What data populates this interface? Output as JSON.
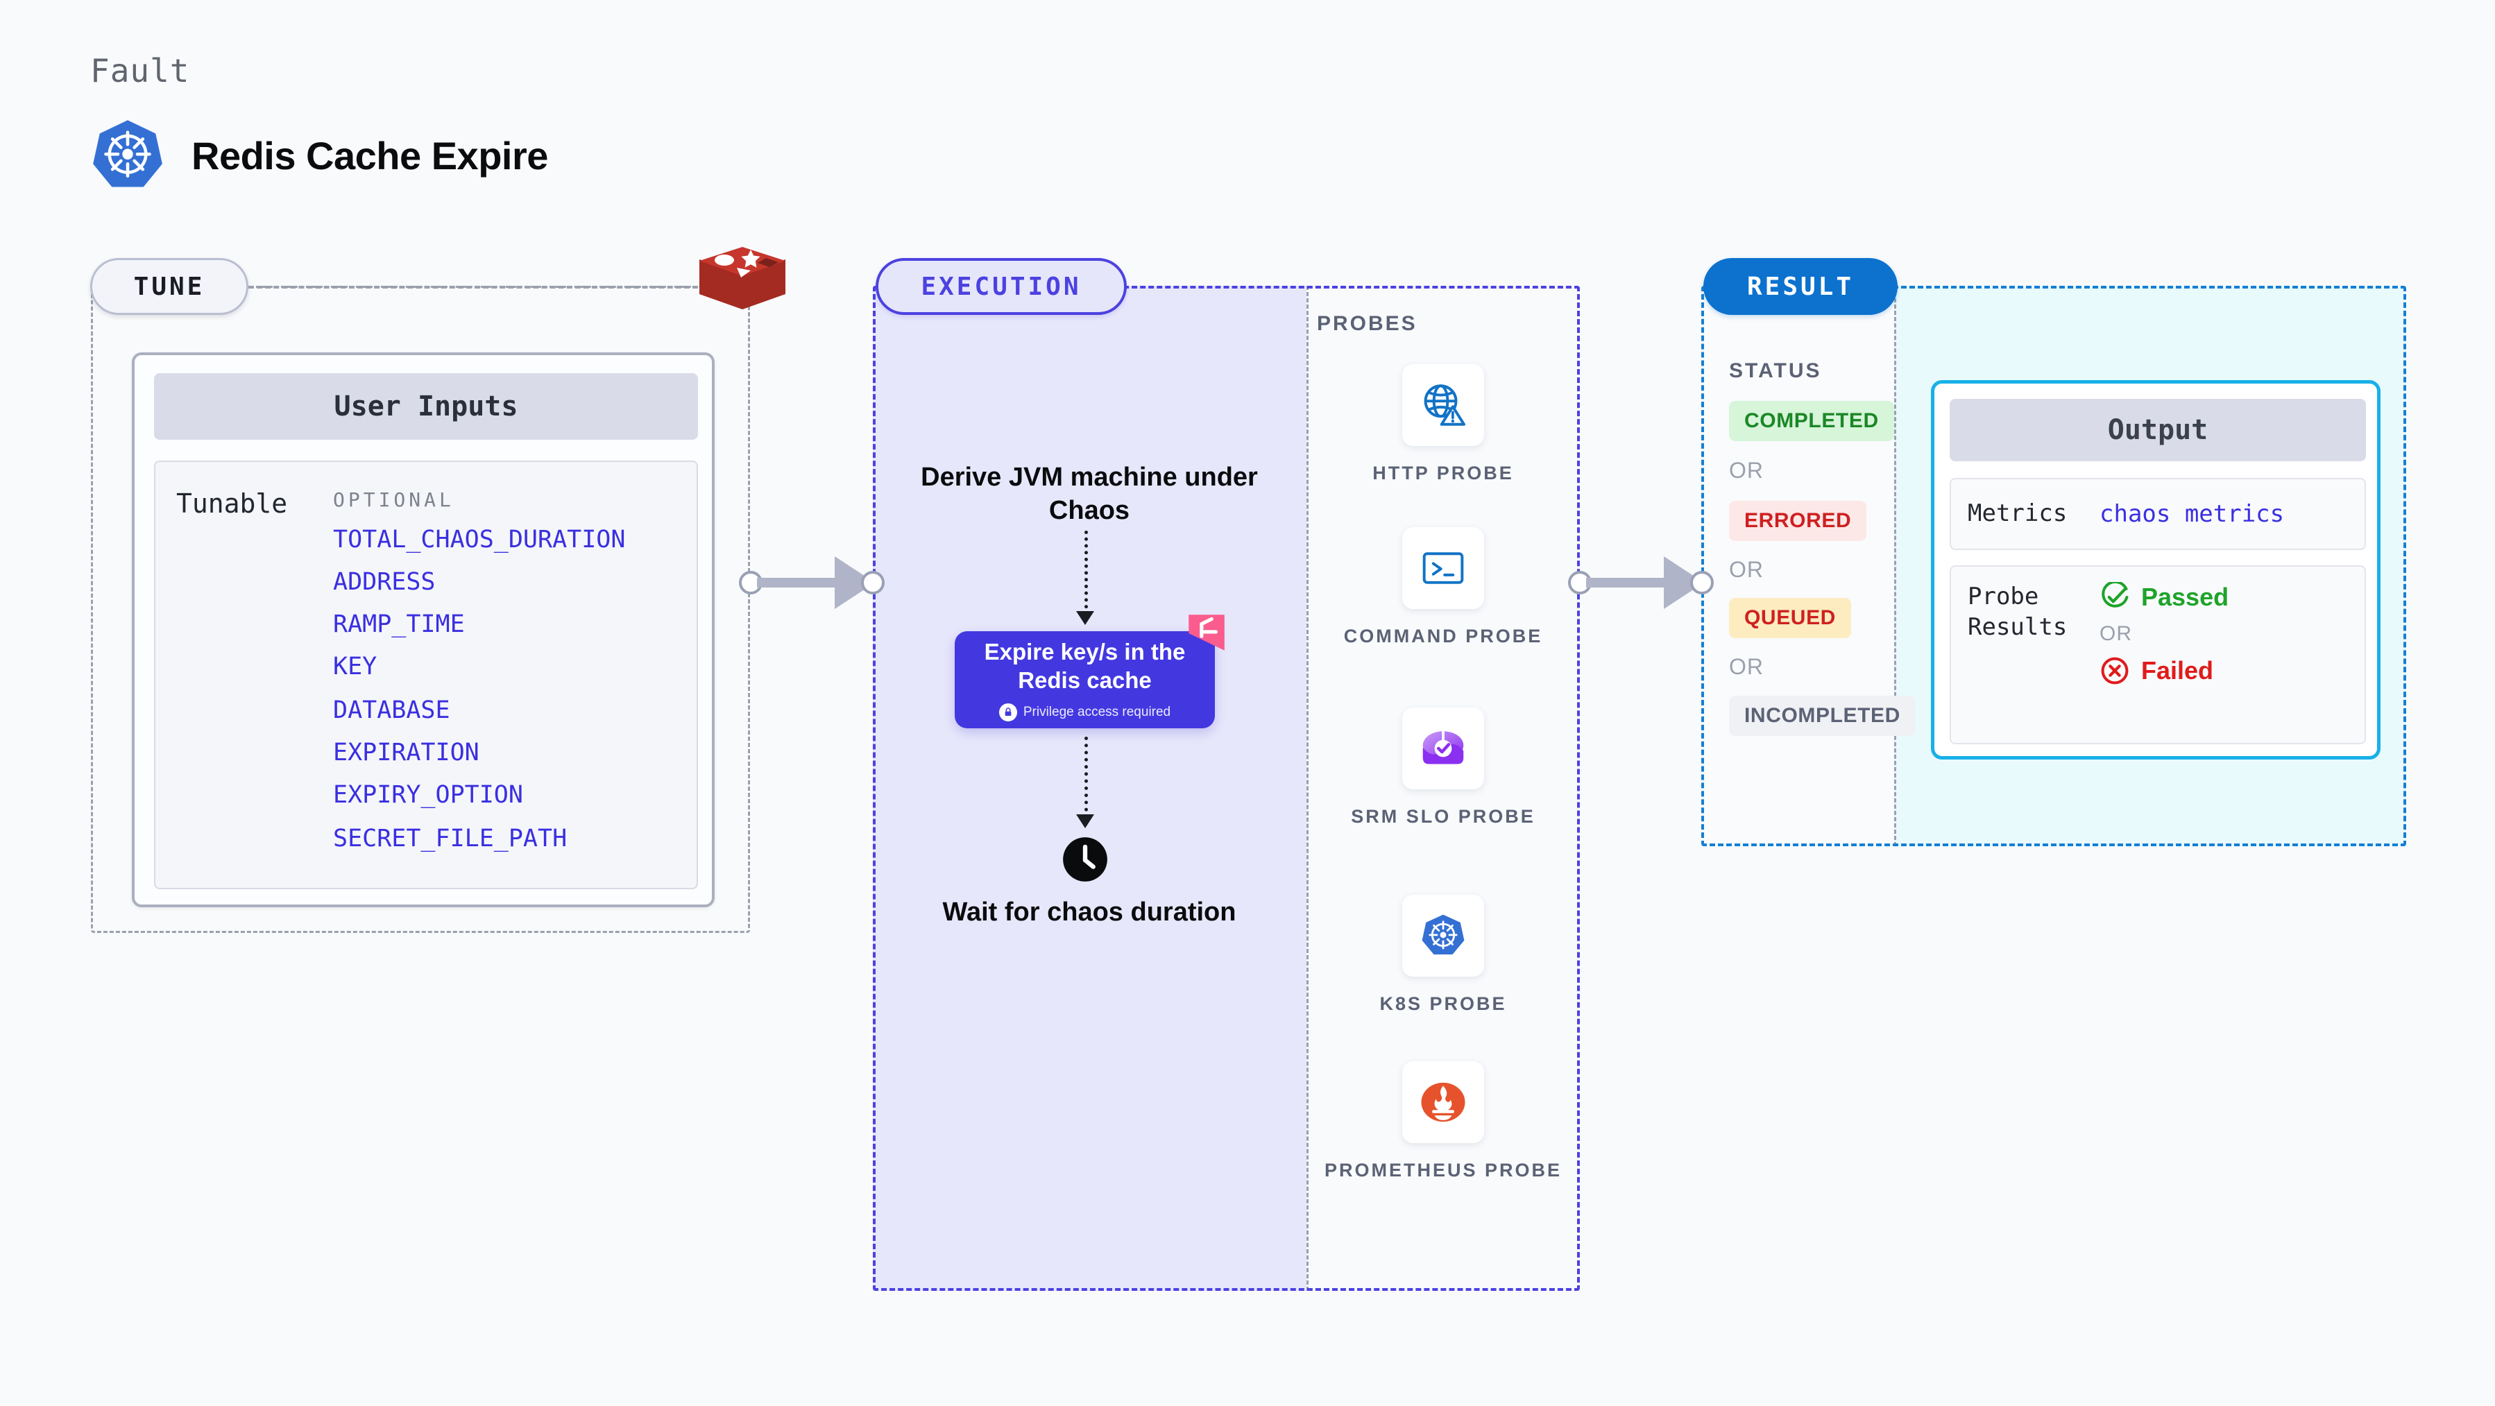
{
  "header": {
    "kicker": "Fault",
    "title": "Redis Cache Expire",
    "icon": "kubernetes-icon"
  },
  "stages": {
    "tune": {
      "label": "TUNE"
    },
    "execution": {
      "label": "EXECUTION"
    },
    "result": {
      "label": "RESULT"
    }
  },
  "tune": {
    "card_title": "User Inputs",
    "tunable_label": "Tunable",
    "optional_label": "OPTIONAL",
    "parameters": [
      "TOTAL_CHAOS_DURATION",
      "ADDRESS",
      "RAMP_TIME",
      "KEY",
      "DATABASE",
      "EXPIRATION",
      "EXPIRY_OPTION",
      "SECRET_FILE_PATH"
    ],
    "target_icon": "redis-logo-icon"
  },
  "execution": {
    "step_first": "Derive JVM machine under Chaos",
    "fault_card": {
      "title": "Expire key/s in the Redis cache",
      "note": "Privilege access required",
      "note_icon": "lock-icon",
      "corner_icon": "litmus-chaos-icon"
    },
    "step_last": "Wait for chaos duration",
    "step_last_icon": "clock-icon"
  },
  "probes": {
    "label": "PROBES",
    "items": [
      {
        "name": "HTTP PROBE",
        "icon": "globe-warning-icon",
        "color": "#1273c6"
      },
      {
        "name": "COMMAND PROBE",
        "icon": "terminal-icon",
        "color": "#1273c6"
      },
      {
        "name": "SRM SLO PROBE",
        "icon": "srm-slo-icon",
        "color": "#9333ea"
      },
      {
        "name": "K8S PROBE",
        "icon": "kubernetes-icon",
        "color": "#3470d4"
      },
      {
        "name": "PROMETHEUS PROBE",
        "icon": "prometheus-icon",
        "color": "#e6522c"
      }
    ]
  },
  "result": {
    "status_label": "STATUS",
    "or_label": "OR",
    "statuses": [
      {
        "label": "COMPLETED",
        "color": "#1b8726",
        "bg": "#d6f5d9"
      },
      {
        "label": "ERRORED",
        "color": "#cf2020",
        "bg": "#fde8e8"
      },
      {
        "label": "QUEUED",
        "color": "#cf2020",
        "bg": "#fcecc0"
      },
      {
        "label": "INCOMPLETED",
        "color": "#5c6275",
        "bg": "#f0f1f5"
      }
    ],
    "output": {
      "title": "Output",
      "metrics_key": "Metrics",
      "metrics_value": "chaos metrics",
      "probe_results_key": "Probe Results",
      "passed_label": "Passed",
      "passed_icon": "check-circle-icon",
      "or_label": "OR",
      "failed_label": "Failed",
      "failed_icon": "x-circle-icon"
    }
  },
  "colors": {
    "tune_accent": "#9aa0ac",
    "execution_accent": "#4c42e0",
    "result_accent": "#157fd4",
    "param_text": "#3a2fe0",
    "output_border": "#19b0e8"
  }
}
